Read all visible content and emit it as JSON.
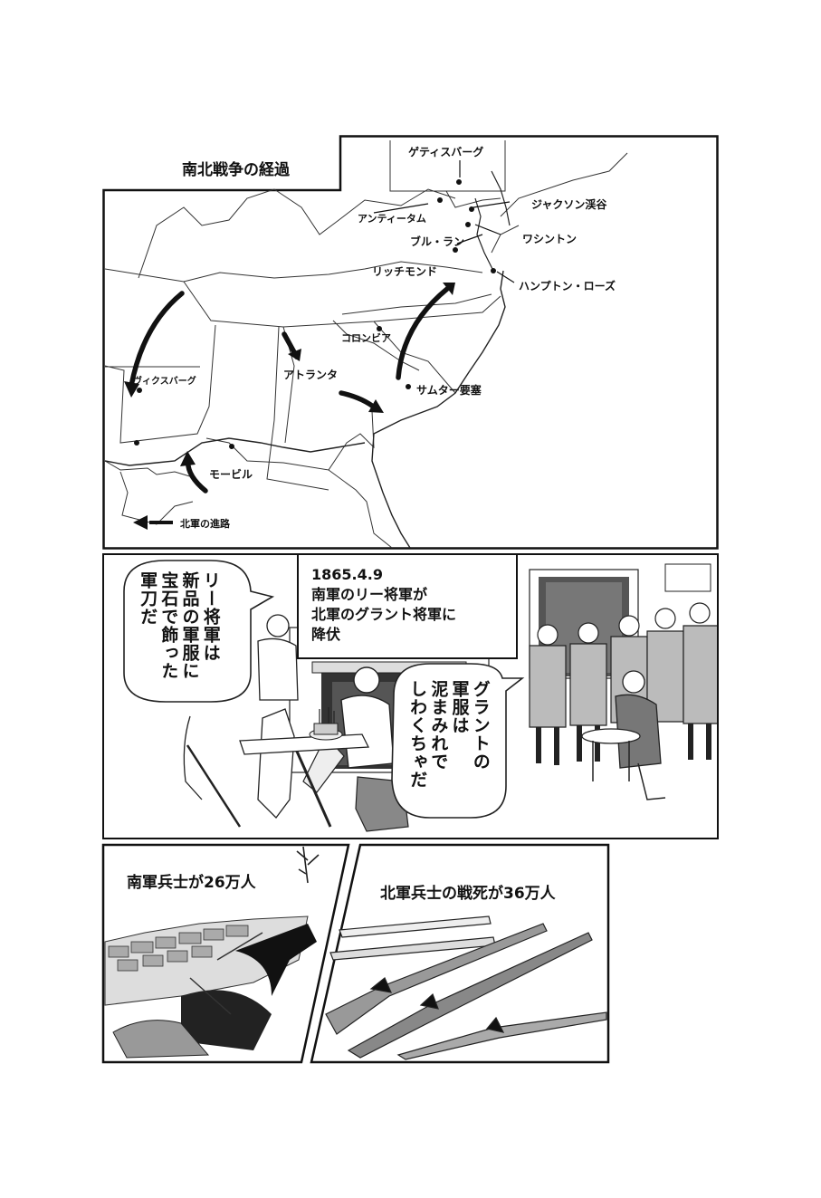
{
  "map_panel": {
    "title": "南北戦争の経過",
    "places": {
      "gettysburg": "ゲティスバーグ",
      "antietam": "アンティータム",
      "jackson_valley": "ジャクソン渓谷",
      "bull_run": "ブル・ラン",
      "washington": "ワシントン",
      "richmond": "リッチモンド",
      "hampton_roads": "ハンプトン・ローズ",
      "columbia": "コロンビア",
      "vicksburg": "ヴィクスバーグ",
      "atlanta": "アトランタ",
      "fort_sumter": "サムター要塞",
      "mobile": "モービル"
    },
    "legend": "北軍の進路"
  },
  "surrender_panel": {
    "caption_lines": [
      "1865.4.9",
      "南軍のリー将軍が",
      "北軍のグラント将軍に",
      "降伏"
    ],
    "bubble_lee_lines": [
      "リー将軍は",
      "新品の軍服に",
      "宝石で飾った",
      "軍刀だ"
    ],
    "bubble_grant_lines": [
      "グラントの",
      "軍服は",
      "泥まみれで",
      "しわくちゃだ"
    ]
  },
  "casualty_panel_left": {
    "caption": "南軍兵士が26万人"
  },
  "casualty_panel_right": {
    "caption": "北軍兵士の戦死が36万人"
  }
}
